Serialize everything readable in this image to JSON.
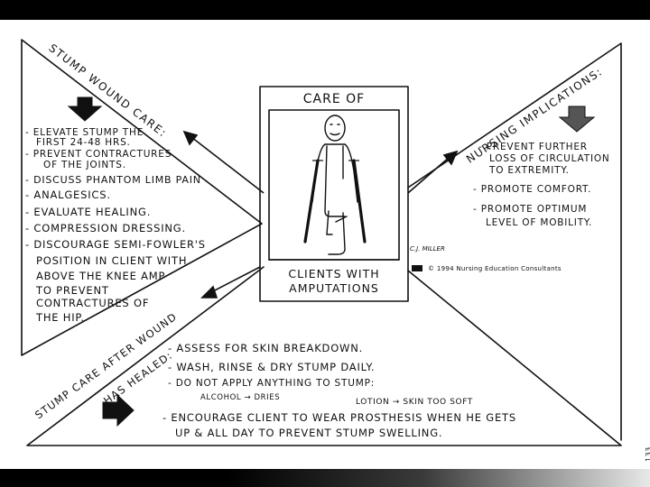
{
  "center": {
    "title_top": "CARE OF",
    "title_bottom_line1": "CLIENTS WITH",
    "title_bottom_line2": "AMPUTATIONS",
    "signature": "C.J. MILLER",
    "copyright": "© 1994 Nursing Education Consultants"
  },
  "stump_wound_care": {
    "heading": "STUMP WOUND CARE:",
    "items": [
      "- ELEVATE STUMP THE",
      "FIRST 24-48 HRS.",
      "- PREVENT CONTRACTURES",
      "OF THE JOINTS.",
      "- DISCUSS PHANTOM LIMB PAIN",
      "- ANALGESICS.",
      "- EVALUATE HEALING.",
      "- COMPRESSION DRESSING.",
      "- DISCOURAGE SEMI-FOWLER'S",
      "POSITION IN CLIENT WITH",
      "ABOVE THE KNEE AMP",
      "TO PREVENT",
      "CONTRACTURES OF",
      "THE HIP."
    ]
  },
  "nursing_implications": {
    "heading": "NURSING IMPLICATIONS:",
    "items": [
      "- PREVENT FURTHER",
      "LOSS OF CIRCULATION",
      "TO EXTREMITY.",
      "- PROMOTE COMFORT.",
      "- PROMOTE OPTIMUM",
      "LEVEL OF MOBILITY."
    ]
  },
  "after_healed": {
    "heading_line1": "STUMP CARE AFTER WOUND",
    "heading_line2": "HAS HEALED:",
    "items": [
      "- ASSESS FOR SKIN BREAKDOWN.",
      "- WASH, RINSE & DRY STUMP DAILY.",
      "- DO NOT APPLY ANYTHING TO STUMP:",
      "- ENCOURAGE CLIENT TO WEAR PROSTHESIS WHEN HE GETS",
      "UP & ALL DAY TO PREVENT STUMP SWELLING."
    ],
    "note_alcohol": "ALCOHOL → DRIES",
    "note_lotion": "LOTION → SKIN TOO SOFT"
  },
  "page_number": "133"
}
